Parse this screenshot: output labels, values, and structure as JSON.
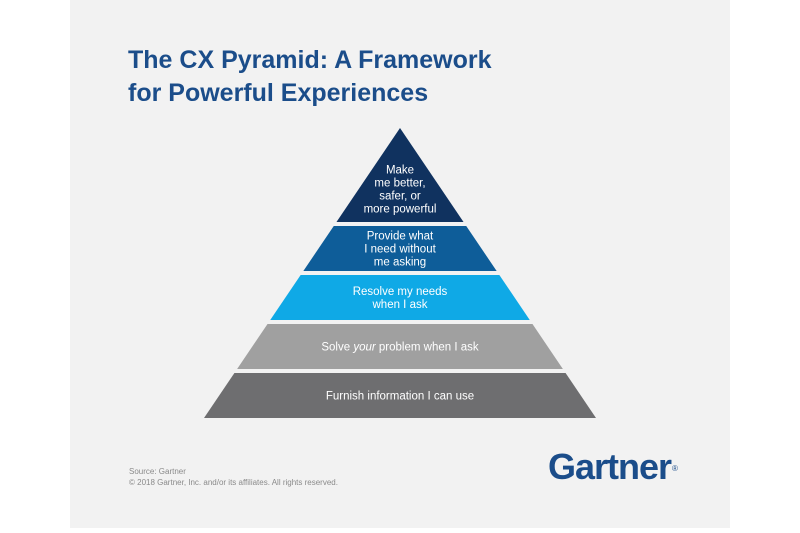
{
  "title_lines": [
    "The CX Pyramid: A Framework",
    "for Powerful Experiences"
  ],
  "pyramid": {
    "layers": [
      {
        "lines": [
          "Make",
          "me better,",
          "safer, or",
          "more powerful"
        ],
        "color": "#10325f"
      },
      {
        "lines": [
          "Provide what",
          "I need without",
          "me asking"
        ],
        "color": "#0e5d99"
      },
      {
        "lines": [
          "Resolve my needs",
          "when I ask"
        ],
        "color": "#0fa9e6"
      },
      {
        "lines": [
          "Solve ",
          "your",
          " problem when I ask"
        ],
        "color": "#a0a0a0",
        "italic_index": 1
      },
      {
        "lines": [
          "Furnish information I can use"
        ],
        "color": "#6e6e70"
      }
    ]
  },
  "footer": {
    "source": "Source: Gartner",
    "copyright": "© 2018 Gartner, Inc. and/or its affiliates. All rights reserved."
  },
  "logo": {
    "text": "Gartner",
    "mark": "®"
  }
}
